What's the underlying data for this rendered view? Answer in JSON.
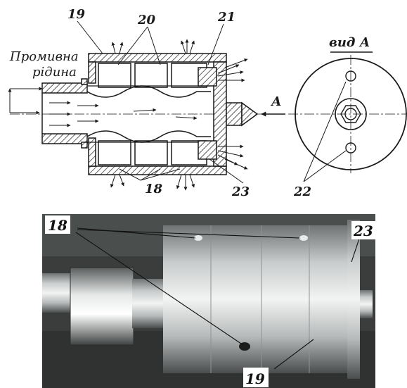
{
  "labels": {
    "n18": "18",
    "n19": "19",
    "n20": "20",
    "n21": "21",
    "n22": "22",
    "n23": "23",
    "flush_line1": "Промивна",
    "flush_line2": "рідина",
    "view_title": "вид А",
    "arrow_a": "А"
  },
  "colors": {
    "ink": "#1a1a1a",
    "photo_bg": "#3a3d3c",
    "photo_metal": "#d8dada"
  }
}
